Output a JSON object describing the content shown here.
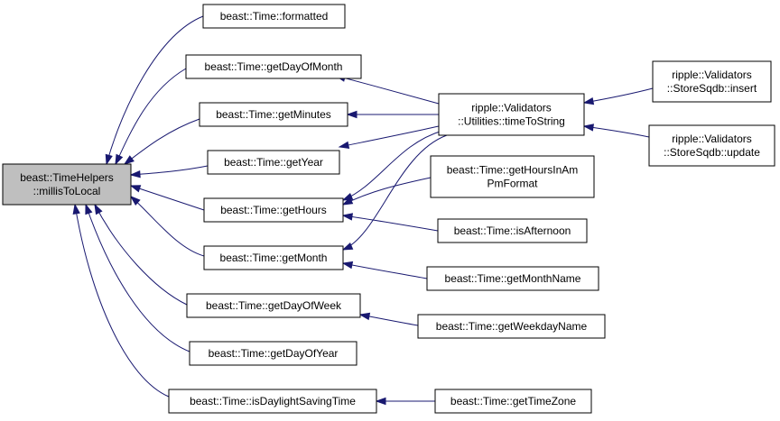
{
  "graph": {
    "nodes": [
      {
        "id": "millisToLocal",
        "lines": [
          "beast::TimeHelpers",
          "::millisToLocal"
        ],
        "focus": true
      },
      {
        "id": "formatted",
        "lines": [
          "beast::Time::formatted"
        ]
      },
      {
        "id": "getDayOfMonth",
        "lines": [
          "beast::Time::getDayOfMonth"
        ]
      },
      {
        "id": "getMinutes",
        "lines": [
          "beast::Time::getMinutes"
        ]
      },
      {
        "id": "getYear",
        "lines": [
          "beast::Time::getYear"
        ]
      },
      {
        "id": "getHours",
        "lines": [
          "beast::Time::getHours"
        ]
      },
      {
        "id": "getMonth",
        "lines": [
          "beast::Time::getMonth"
        ]
      },
      {
        "id": "getDayOfWeek",
        "lines": [
          "beast::Time::getDayOfWeek"
        ]
      },
      {
        "id": "getDayOfYear",
        "lines": [
          "beast::Time::getDayOfYear"
        ]
      },
      {
        "id": "isDaylightSavingTime",
        "lines": [
          "beast::Time::isDaylightSavingTime"
        ]
      },
      {
        "id": "timeToString",
        "lines": [
          "ripple::Validators",
          "::Utilities::timeToString"
        ]
      },
      {
        "id": "getHoursInAmPmFormat",
        "lines": [
          "beast::Time::getHoursInAm",
          "PmFormat"
        ]
      },
      {
        "id": "isAfternoon",
        "lines": [
          "beast::Time::isAfternoon"
        ]
      },
      {
        "id": "getMonthName",
        "lines": [
          "beast::Time::getMonthName"
        ]
      },
      {
        "id": "getWeekdayName",
        "lines": [
          "beast::Time::getWeekdayName"
        ]
      },
      {
        "id": "getTimeZone",
        "lines": [
          "beast::Time::getTimeZone"
        ]
      },
      {
        "id": "insert",
        "lines": [
          "ripple::Validators",
          "::StoreSqdb::insert"
        ]
      },
      {
        "id": "update",
        "lines": [
          "ripple::Validators",
          "::StoreSqdb::update"
        ]
      }
    ],
    "edges": [
      {
        "from": "formatted",
        "to": "millisToLocal"
      },
      {
        "from": "getDayOfMonth",
        "to": "millisToLocal"
      },
      {
        "from": "getMinutes",
        "to": "millisToLocal"
      },
      {
        "from": "getYear",
        "to": "millisToLocal"
      },
      {
        "from": "getHours",
        "to": "millisToLocal"
      },
      {
        "from": "getMonth",
        "to": "millisToLocal"
      },
      {
        "from": "getDayOfWeek",
        "to": "millisToLocal"
      },
      {
        "from": "getDayOfYear",
        "to": "millisToLocal"
      },
      {
        "from": "isDaylightSavingTime",
        "to": "millisToLocal"
      },
      {
        "from": "timeToString",
        "to": "getDayOfMonth"
      },
      {
        "from": "timeToString",
        "to": "getMinutes"
      },
      {
        "from": "timeToString",
        "to": "getYear"
      },
      {
        "from": "timeToString",
        "to": "getHours"
      },
      {
        "from": "timeToString",
        "to": "getMonth"
      },
      {
        "from": "getHoursInAmPmFormat",
        "to": "getHours"
      },
      {
        "from": "isAfternoon",
        "to": "getHours"
      },
      {
        "from": "getMonthName",
        "to": "getMonth"
      },
      {
        "from": "getWeekdayName",
        "to": "getDayOfWeek"
      },
      {
        "from": "getTimeZone",
        "to": "isDaylightSavingTime"
      },
      {
        "from": "insert",
        "to": "timeToString"
      },
      {
        "from": "update",
        "to": "timeToString"
      }
    ],
    "colors": {
      "edge": "#191970",
      "node_border": "#000000",
      "focus_fill": "#bfbfbf",
      "node_fill": "#ffffff"
    }
  }
}
